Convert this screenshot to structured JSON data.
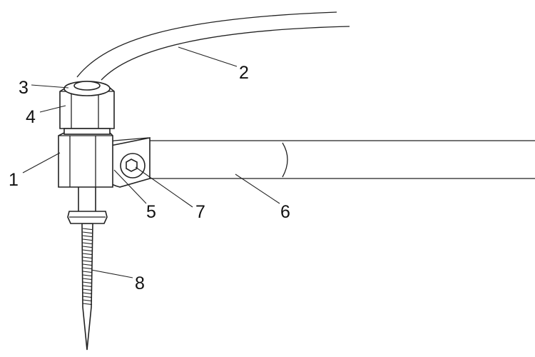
{
  "diagram": {
    "parts": [
      {
        "id": "1",
        "name": "clamp-block"
      },
      {
        "id": "2",
        "name": "flexible-cable"
      },
      {
        "id": "3",
        "name": "top-cap"
      },
      {
        "id": "4",
        "name": "hex-nut"
      },
      {
        "id": "5",
        "name": "pivot-lug"
      },
      {
        "id": "6",
        "name": "support-rod"
      },
      {
        "id": "7",
        "name": "pivot-bolt"
      },
      {
        "id": "8",
        "name": "threaded-needle"
      }
    ],
    "callouts": {
      "c1": "1",
      "c2": "2",
      "c3": "3",
      "c4": "4",
      "c5": "5",
      "c6": "6",
      "c7": "7",
      "c8": "8"
    },
    "colors": {
      "line": "#222222",
      "background": "#ffffff"
    }
  }
}
